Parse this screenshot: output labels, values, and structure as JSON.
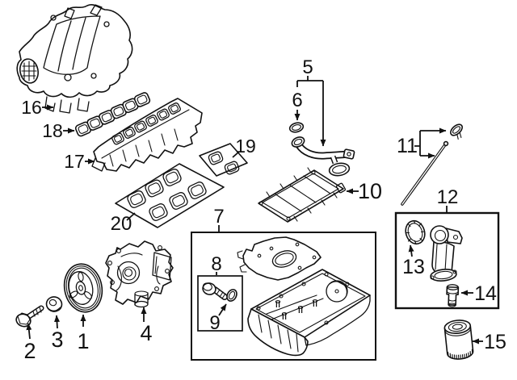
{
  "figure": {
    "type": "exploded-parts-diagram",
    "subject": "engine intake manifold, oil pan and oil filter components",
    "background_color": "#ffffff",
    "line_color": "#111111"
  },
  "callouts": [
    {
      "number": "1",
      "part": "crankshaft-pulley"
    },
    {
      "number": "2",
      "part": "pulley-bolt"
    },
    {
      "number": "3",
      "part": "pulley-washer"
    },
    {
      "number": "4",
      "part": "oil-pump"
    },
    {
      "number": "5",
      "part": "oil-pickup-tube"
    },
    {
      "number": "6",
      "part": "pickup-tube-o-ring"
    },
    {
      "number": "7",
      "part": "oil-pan-kit-box"
    },
    {
      "number": "8",
      "part": "drain-plug"
    },
    {
      "number": "9",
      "part": "drain-plug-gasket"
    },
    {
      "number": "10",
      "part": "windage-tray"
    },
    {
      "number": "11",
      "part": "oil-dipstick"
    },
    {
      "number": "12",
      "part": "oil-filter-adapter-kit-box"
    },
    {
      "number": "13",
      "part": "adapter-o-ring"
    },
    {
      "number": "14",
      "part": "filter-connector"
    },
    {
      "number": "15",
      "part": "oil-filter"
    },
    {
      "number": "16",
      "part": "upper-intake-manifold"
    },
    {
      "number": "17",
      "part": "lower-intake-manifold"
    },
    {
      "number": "18",
      "part": "upper-manifold-gasket"
    },
    {
      "number": "19",
      "part": "manifold-gasket-two-port"
    },
    {
      "number": "20",
      "part": "manifold-gasket-six-port"
    }
  ]
}
